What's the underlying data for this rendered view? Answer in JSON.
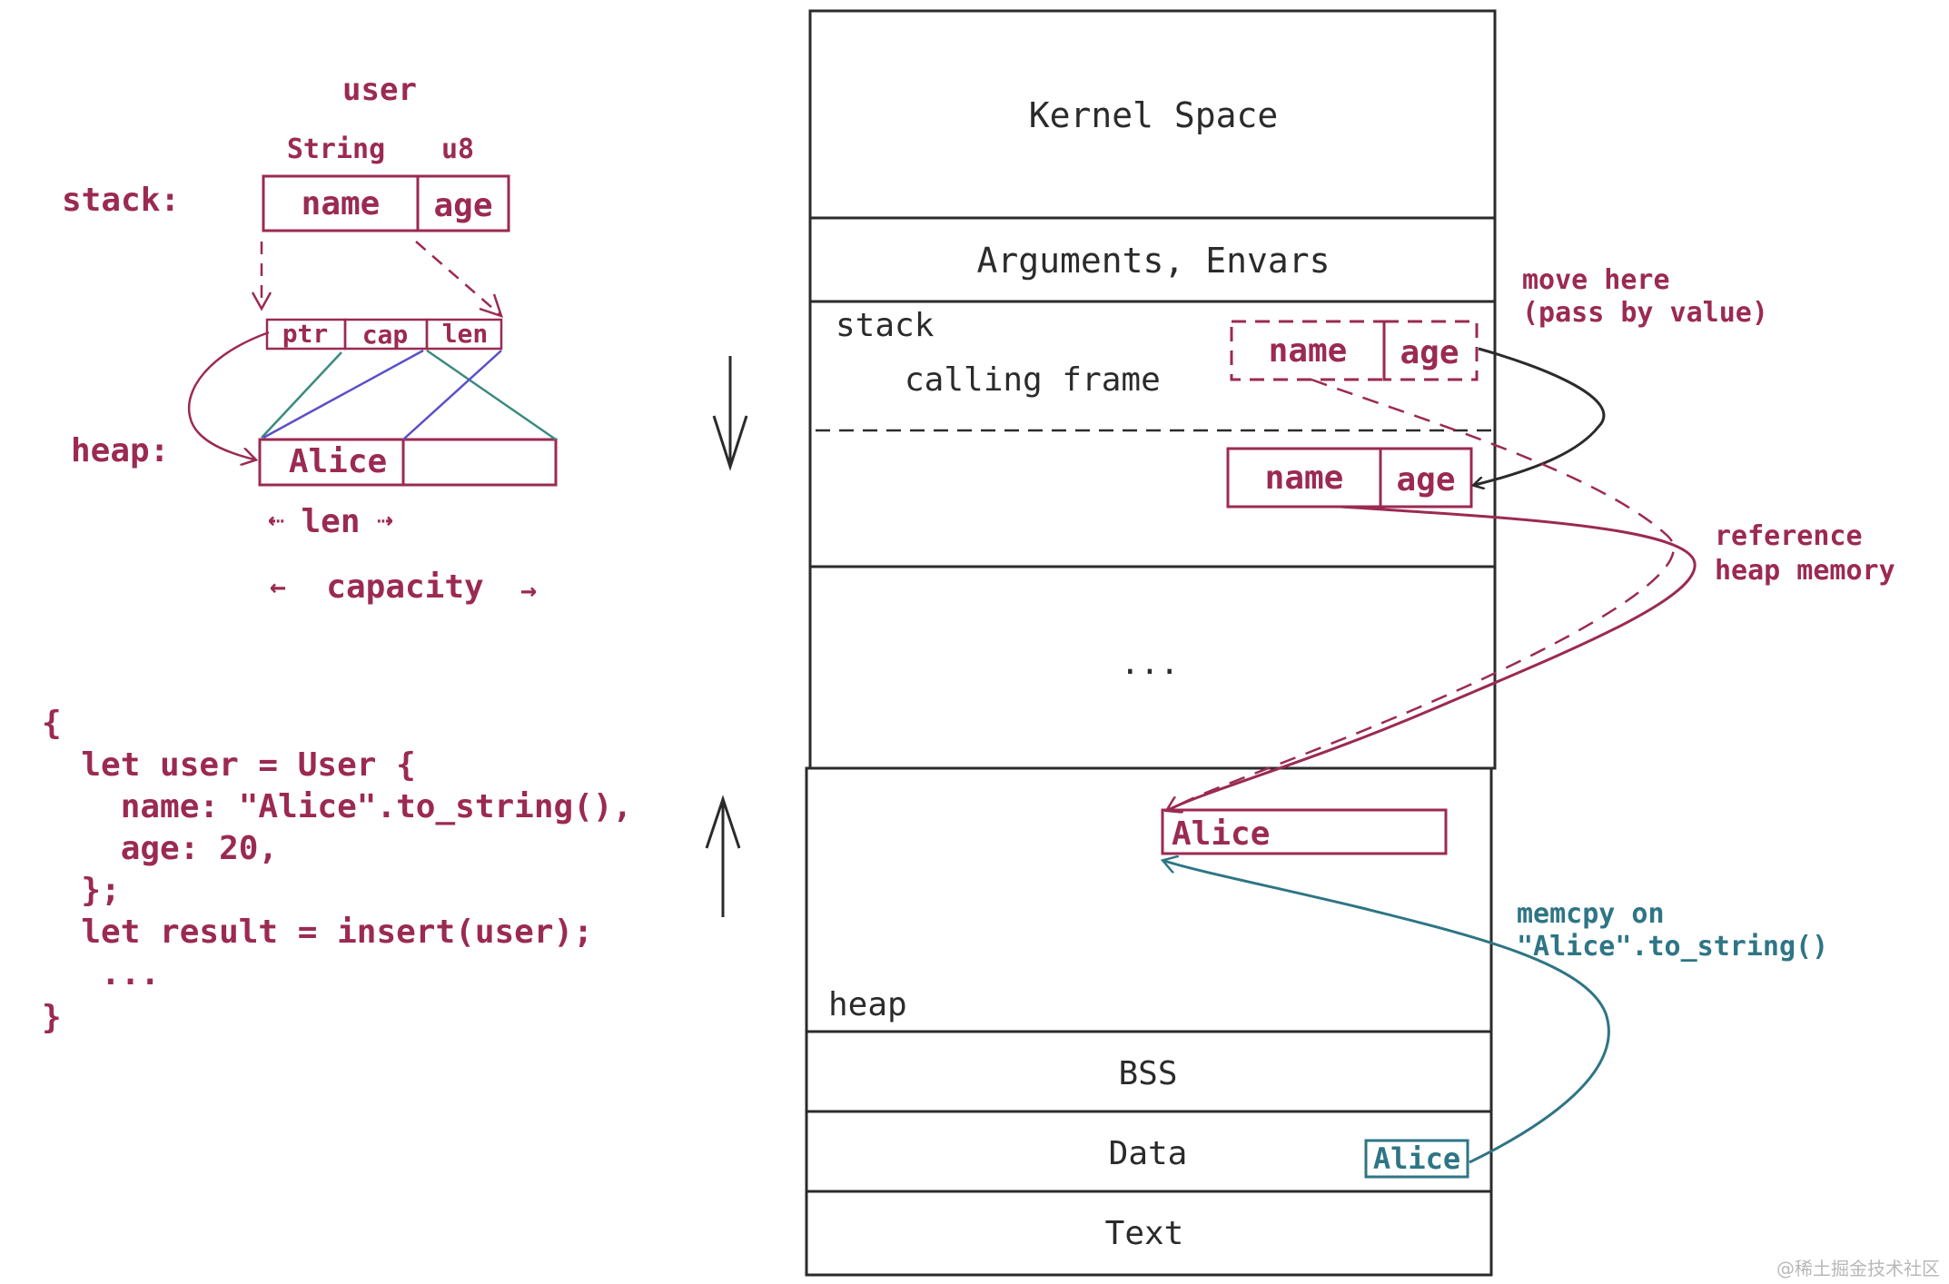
{
  "colors": {
    "ink": "#2b2b2b",
    "accent": "#9b2a52",
    "teal": "#2e7585",
    "purple": "#5a4fc8",
    "green": "#3a8a7f"
  },
  "left": {
    "user_label": "user",
    "stack_label": "stack:",
    "heap_label": "heap:",
    "type_string": "String",
    "type_u8": "u8",
    "field_name": "name",
    "field_age": "age",
    "ptr": "ptr",
    "cap": "cap",
    "len": "len",
    "heap_value": "Alice",
    "len_measure": "len",
    "capacity_measure": "capacity",
    "arrow_left": "←",
    "arrow_right": "→",
    "small_arrow_left": "⇠",
    "small_arrow_right": "⇢"
  },
  "code": {
    "lines": [
      "{",
      "  let user = User {",
      "    name: \"Alice\".to_string(),",
      "    age: 20,",
      "  };",
      "  let result = insert(user);",
      "   ...",
      "}"
    ]
  },
  "memory": {
    "kernel": "Kernel Space",
    "args": "Arguments, Envars",
    "stack": "stack",
    "calling_frame": "calling frame",
    "stack_name": "name",
    "stack_age": "age",
    "frame_name": "name",
    "frame_age": "age",
    "gap": "...",
    "heap_value": "Alice",
    "heap": "heap",
    "bss": "BSS",
    "data": "Data",
    "data_value": "Alice",
    "text": "Text"
  },
  "annotations": {
    "move_line1": "move here",
    "move_line2": "(pass by value)",
    "ref_line1": "reference",
    "ref_line2": "heap memory",
    "memcpy_line1": "memcpy on",
    "memcpy_line2": "\"Alice\".to_string()"
  },
  "watermark": "@稀土掘金技术社区"
}
